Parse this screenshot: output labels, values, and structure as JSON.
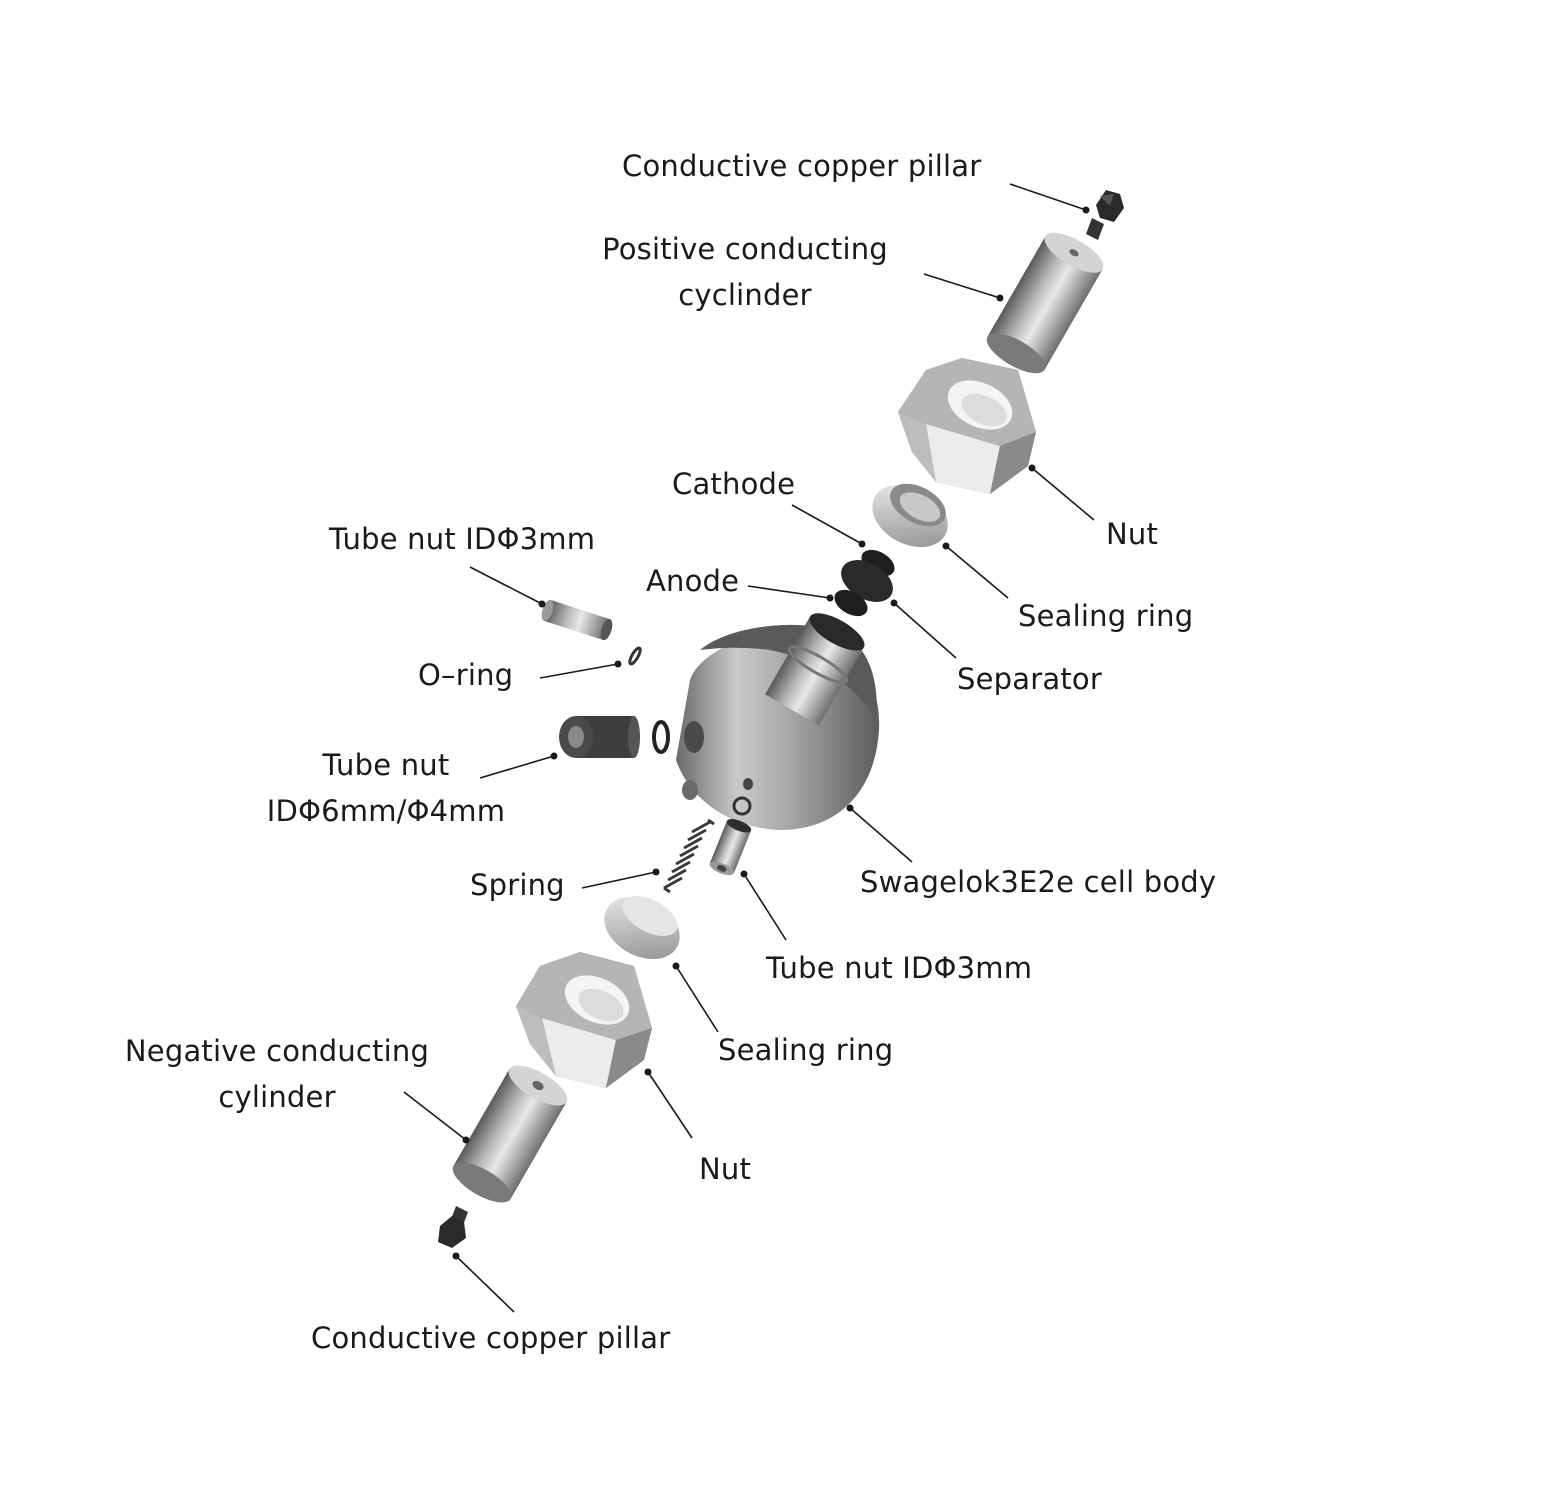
{
  "labels": {
    "copper_pillar_top": "Conductive copper pillar",
    "positive_cylinder_l1": "Positive conducting",
    "positive_cylinder_l2": "cyclinder",
    "nut_top": "Nut",
    "cathode": "Cathode",
    "tube_nut_3mm_left": "Tube nut IDΦ3mm",
    "sealing_ring_top": "Sealing ring",
    "anode": "Anode",
    "separator": "Separator",
    "o_ring": "O–ring",
    "tube_nut_6mm_l1": "Tube nut",
    "tube_nut_6mm_l2": "IDΦ6mm/Φ4mm",
    "spring": "Spring",
    "cell_body": "Swagelok3E2e cell body",
    "tube_nut_3mm_right": "Tube nut IDΦ3mm",
    "sealing_ring_bottom": "Sealing ring",
    "negative_cylinder_l1": "Negative conducting",
    "negative_cylinder_l2": "cylinder",
    "nut_bottom": "Nut",
    "copper_pillar_bottom": "Conductive copper pillar"
  },
  "colors": {
    "text": "#1a1a1a",
    "leader": "#1a1a1a",
    "metal_dark": "#3c3c3c",
    "metal_mid": "#8c8c8c",
    "metal_light": "#e2e2e2",
    "black_part": "#1e1e1e"
  }
}
